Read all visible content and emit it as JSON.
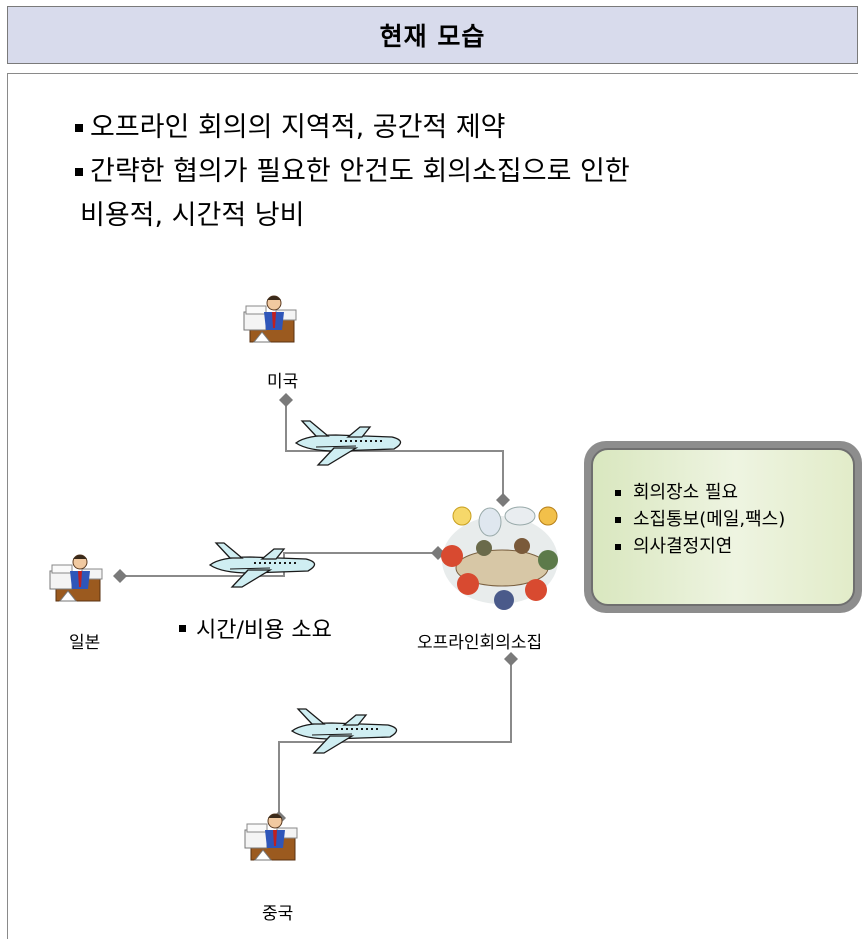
{
  "header": {
    "title": "현재 모습"
  },
  "bullets": {
    "items": [
      {
        "text": "오프라인 회의의 지역적, 공간적 제약"
      },
      {
        "text": "간략한 협의가 필요한 안건도 회의소집으로 인한",
        "cont": "비용적, 시간적 낭비"
      }
    ]
  },
  "nodes": {
    "usa": "미국",
    "japan": "일본",
    "china": "중국",
    "meeting": "오프라인회의소집"
  },
  "cost_label": "시간/비용 소요",
  "note": {
    "items": [
      "회의장소 필요",
      "소집통보(메일,팩스)",
      "의사결정지연"
    ]
  }
}
